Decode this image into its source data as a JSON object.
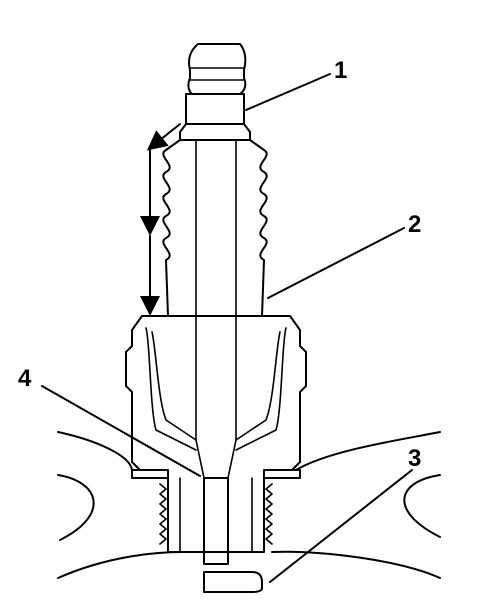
{
  "diagram": {
    "callouts": [
      {
        "id": "1",
        "label": "1"
      },
      {
        "id": "2",
        "label": "2"
      },
      {
        "id": "3",
        "label": "3"
      },
      {
        "id": "4",
        "label": "4"
      }
    ],
    "colors": {
      "ink": "#000000",
      "paper": "#ffffff"
    }
  }
}
